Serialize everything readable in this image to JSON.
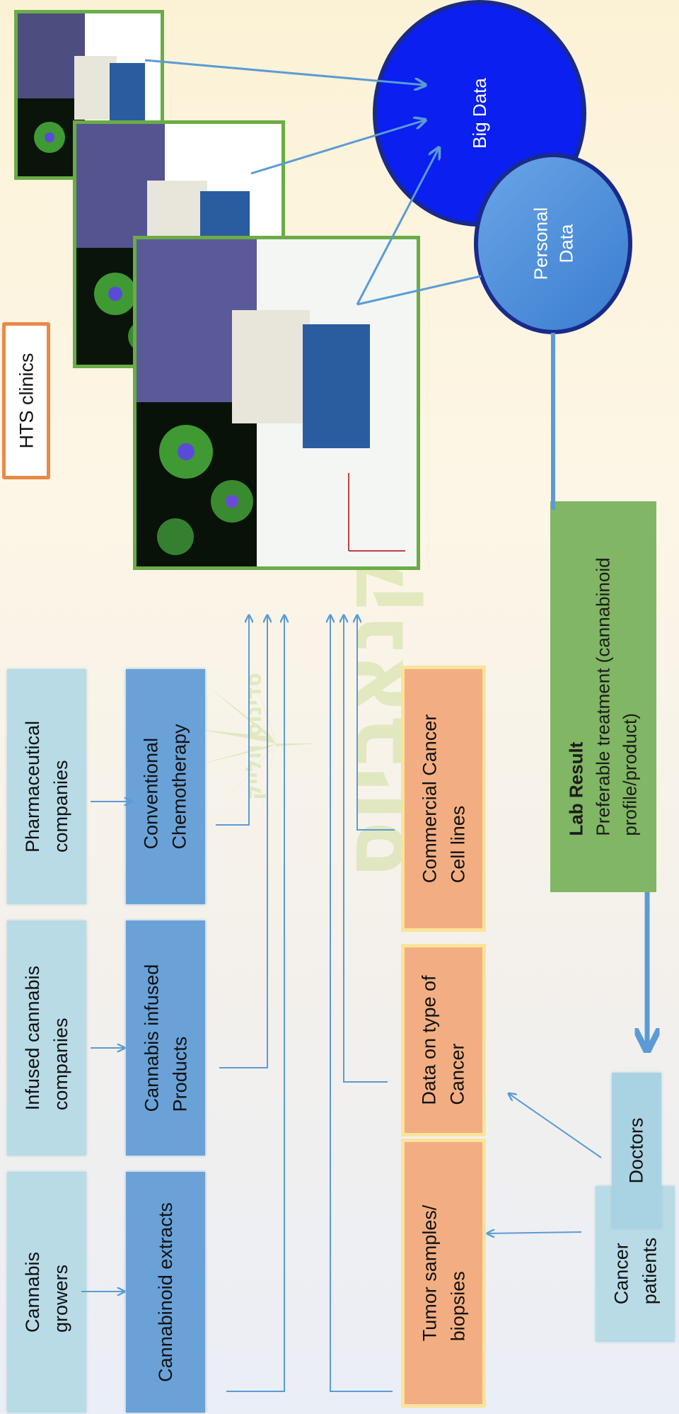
{
  "hts_label": "HTS clinics",
  "big_data": {
    "line1": "Big Data"
  },
  "personal_data": {
    "line1": "Personal",
    "line2": "Data"
  },
  "sources": [
    {
      "id": "growers",
      "line1": "Cannabis",
      "line2": "growers"
    },
    {
      "id": "infused-companies",
      "line1": "Infused cannabis",
      "line2": "companies"
    },
    {
      "id": "pharma",
      "line1": "Pharmaceutical",
      "line2": "companies"
    }
  ],
  "products": [
    {
      "id": "extracts",
      "line1": "Cannabinoid  extracts",
      "line2": ""
    },
    {
      "id": "infused-products",
      "line1": "Cannabis infused",
      "line2": "Products"
    },
    {
      "id": "chemo",
      "line1": "Conventional",
      "line2": "Chemotherapy"
    }
  ],
  "inputs": [
    {
      "id": "tumor",
      "line1": "Tumor samples/",
      "line2": "biopsies"
    },
    {
      "id": "cancer-type",
      "line1": "Data on type of",
      "line2": "Cancer"
    },
    {
      "id": "cell-lines",
      "line1": "Commercial Cancer",
      "line2": "Cell lines"
    }
  ],
  "lab_result": {
    "title": "Lab Result",
    "line1": "Preferable treatment (cannabinoid",
    "line2": "profile/product)"
  },
  "people": {
    "patients_line1": "Cancer",
    "patients_line2": "patients",
    "doctors": "Doctors"
  },
  "watermark": {
    "text": "קנאביוס",
    "sub": "סדינוס וולייק"
  },
  "colors": {
    "arrow": "#5b9bd5",
    "green_border": "#6aac46",
    "big_data": "#0a1ff0",
    "personal_data": "#4a8fdc",
    "circle_border": "#1a2a8a"
  }
}
